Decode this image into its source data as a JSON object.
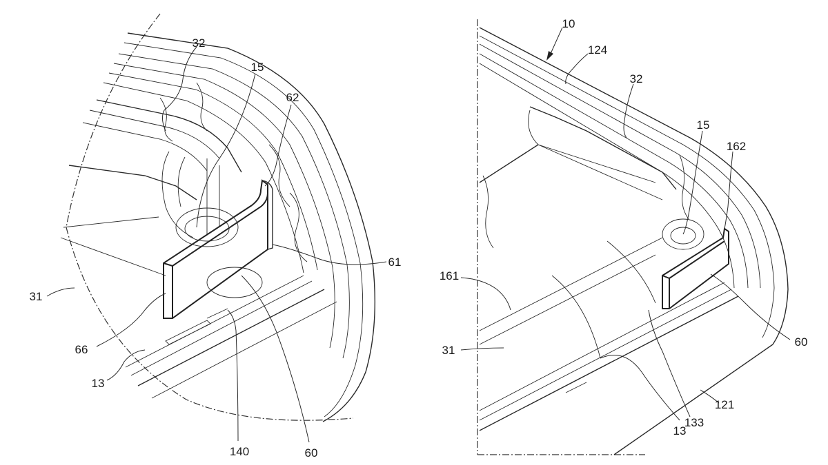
{
  "figures": [
    {
      "id": "left-figure",
      "labels": [
        "32",
        "15",
        "62",
        "61",
        "31",
        "66",
        "13",
        "140",
        "60"
      ]
    },
    {
      "id": "right-figure",
      "labels": [
        "10",
        "124",
        "32",
        "15",
        "162",
        "161",
        "31",
        "60",
        "133",
        "13",
        "121"
      ]
    }
  ]
}
